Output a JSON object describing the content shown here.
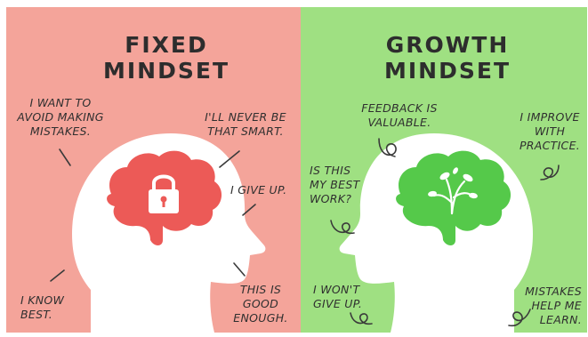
{
  "fixed": {
    "title_line1": "FIXED",
    "title_line2": "MINDSET",
    "phrases": [
      "I WANT TO\nAVOID MAKING\nMISTAKES.",
      "I'LL NEVER BE\nTHAT SMART.",
      "I GIVE UP.",
      "I KNOW\nBEST.",
      "THIS IS\nGOOD\nENOUGH."
    ],
    "background_color": "#f4a49a",
    "brain_color": "#ec5a57",
    "brain_icon": "padlock-icon"
  },
  "growth": {
    "title_line1": "GROWTH",
    "title_line2": "MINDSET",
    "phrases": [
      "FEEDBACK IS\nVALUABLE.",
      "I IMPROVE\nWITH\nPRACTICE.",
      "IS THIS\nMY BEST\nWORK?",
      "I WON'T\nGIVE UP.",
      "MISTAKES\nHELP ME\nLEARN."
    ],
    "background_color": "#9fe082",
    "brain_color": "#55c94a",
    "brain_icon": "sprout-icon"
  },
  "colors": {
    "head": "#ffffff",
    "text": "#2d2d2d"
  }
}
